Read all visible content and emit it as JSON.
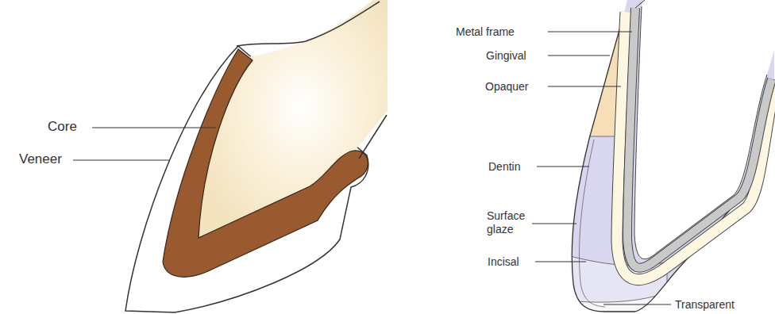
{
  "diagram": {
    "labels": [
      "Core",
      "Veneer",
      "Metal frame",
      "Gingival",
      "Opaquer",
      "Dentin",
      "Surface glaze",
      "Incisal",
      "Transparent"
    ]
  }
}
